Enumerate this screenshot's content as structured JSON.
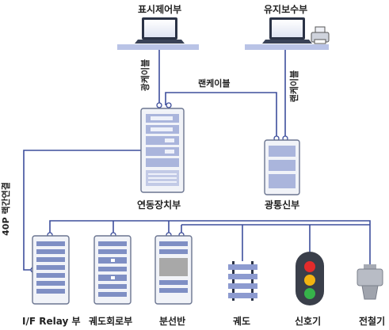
{
  "colors": {
    "line": "#3d4e9c",
    "line_gray": "#8a95b0",
    "rack_fill": "#f1f3f8",
    "rack_border": "#6b7590",
    "slot": "#7f8fc4",
    "slot_light": "#aab5dc",
    "gray_block": "#a8a8a8",
    "bar": "#b9c3e6"
  },
  "top": {
    "display_unit": "표시제어부",
    "maintenance_unit": "유지보수부"
  },
  "cables": {
    "optical_left": "광케이블",
    "lan_center": "랜케이블",
    "lan_right": "랜케이블",
    "bus": "40P 랙간연결"
  },
  "middle": {
    "interlocking_unit": "연동장치부",
    "optical_comm_unit": "광통신부"
  },
  "bottom": {
    "relay_unit": "I/F Relay 부",
    "track_circuit_unit": "궤도회로부",
    "distribution_panel": "분선반",
    "track": "궤도",
    "signal": "신호기",
    "point_machine": "전철기"
  },
  "icons": [
    "laptop-icon",
    "printer-icon",
    "rack-icon",
    "track-icon",
    "signal-icon",
    "point-machine-icon"
  ]
}
